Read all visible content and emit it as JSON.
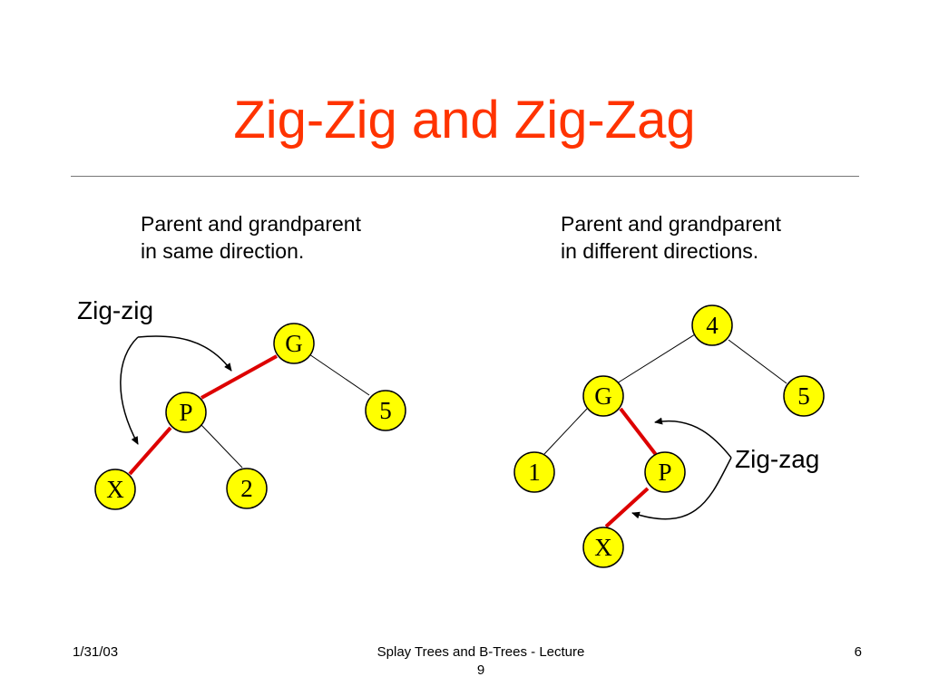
{
  "slide": {
    "title": "Zig-Zig and Zig-Zag",
    "left_caption_line1": "Parent and grandparent",
    "left_caption_line2": "in same direction.",
    "right_caption_line1": "Parent and grandparent",
    "right_caption_line2": "in different directions.",
    "zigzig_label": "Zig-zig",
    "zigzag_label": "Zig-zag"
  },
  "colors": {
    "title": "#ff3300",
    "node_fill": "#ffff00",
    "highlight_edge": "#dd0000"
  },
  "zigzig_tree": {
    "nodes": {
      "g": "G",
      "p": "P",
      "five": "5",
      "x": "X",
      "two": "2"
    }
  },
  "zigzag_tree": {
    "nodes": {
      "four": "4",
      "g": "G",
      "five": "5",
      "one": "1",
      "p": "P",
      "x": "X"
    }
  },
  "footer": {
    "date": "1/31/03",
    "center_line1": "Splay Trees and B-Trees - Lecture",
    "center_line2": "9",
    "page_number": "6"
  }
}
